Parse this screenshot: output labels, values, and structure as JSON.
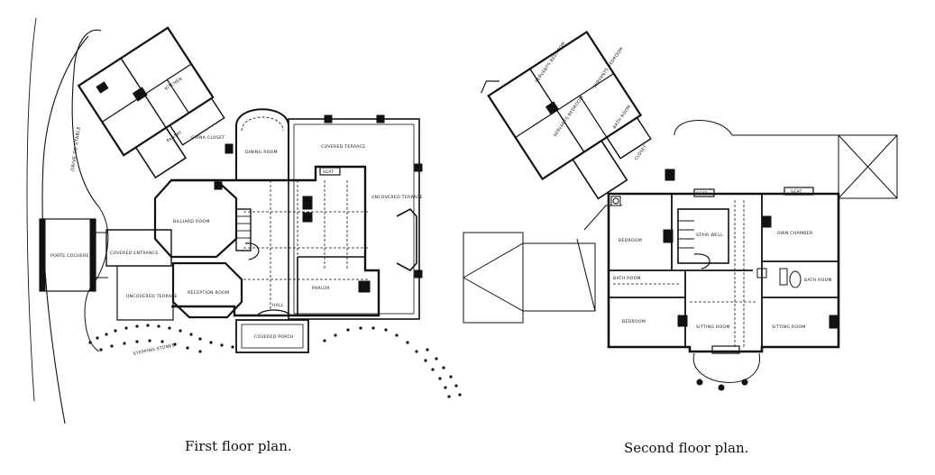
{
  "captions": {
    "first": "First floor plan.",
    "second": "Second floor plan."
  },
  "first_floor": {
    "drive": "DRIVE TO STABLE",
    "porte": "PORTE COCHERE",
    "covered_entrance": "COVERED ENTRANCE",
    "uncovered_terrace_left": "UNCOVERED TERRACE",
    "kitchen": "KITCHEN",
    "pantry": "PANTRY",
    "china_closet": "CHINA CLOSET",
    "dining_room": "DINING ROOM",
    "covered_terrace": "COVERED TERRACE",
    "uncovered_terrace_right": "UNCOVERED TERRACE",
    "seat": "SEAT",
    "billiard": "BILLIARD ROOM",
    "reception": "RECEPTION ROOM",
    "hall": "HALL",
    "parlor": "PARLOR",
    "covered_porch": "COVERED PORCH",
    "stepping_stones": "STEPPING STONES"
  },
  "second_floor": {
    "servants_bedroom_1": "SERVANTS BEDROOM",
    "servants_bedroom_2": "SERVANTS BEDROOM",
    "servants_bedroom_3": "SERVANTS BEDROOM",
    "bath_room_small": "BATH ROOM",
    "closet": "CLOSET",
    "bedroom_1": "BEDROOM",
    "stair_well": "STAIR WELL",
    "seat_left": "SEAT",
    "seat_right": "SEAT",
    "own_chamber": "OWN CHAMBER",
    "bath_room_1": "BATH ROOM",
    "bath_room_2": "BATH ROOM",
    "bedroom_2": "BEDROOM",
    "sitting_room_1": "SITTING ROOM",
    "sitting_room_2": "SITTING ROOM"
  }
}
